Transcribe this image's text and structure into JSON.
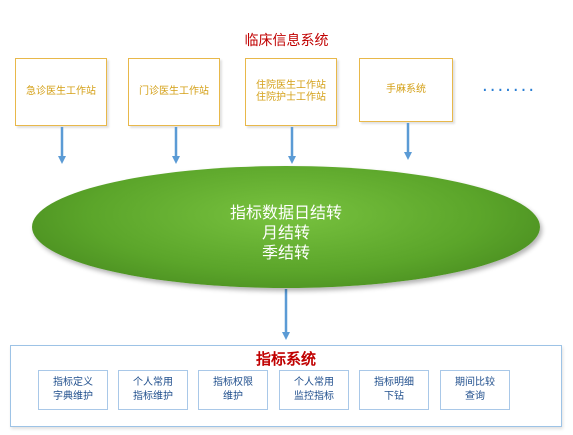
{
  "top_title": "临床信息系统",
  "sources": [
    {
      "label": "急诊医生工作站"
    },
    {
      "label": "门诊医生工作站"
    },
    {
      "label": "住院医生工作站\n住院护士工作站"
    },
    {
      "label": "手麻系统"
    }
  ],
  "more_indicator": "·······",
  "process": {
    "line1": "指标数据日结转",
    "line2": "月结转",
    "line3": "季结转"
  },
  "target": {
    "title": "指标系统",
    "modules": [
      {
        "label": "指标定义\n字典维护"
      },
      {
        "label": "个人常用\n指标维护"
      },
      {
        "label": "指标权限\n维护"
      },
      {
        "label": "个人常用\n监控指标"
      },
      {
        "label": "指标明细\n下钻"
      },
      {
        "label": "期间比较\n查询"
      }
    ]
  },
  "colors": {
    "title_red": "#c00000",
    "source_border": "#e8b84a",
    "source_text": "#d4a017",
    "arrow_blue": "#5b9bd5",
    "ellipse_green": "#5ba52a",
    "panel_border": "#9dc3e6",
    "module_text": "#1f4e8c"
  }
}
